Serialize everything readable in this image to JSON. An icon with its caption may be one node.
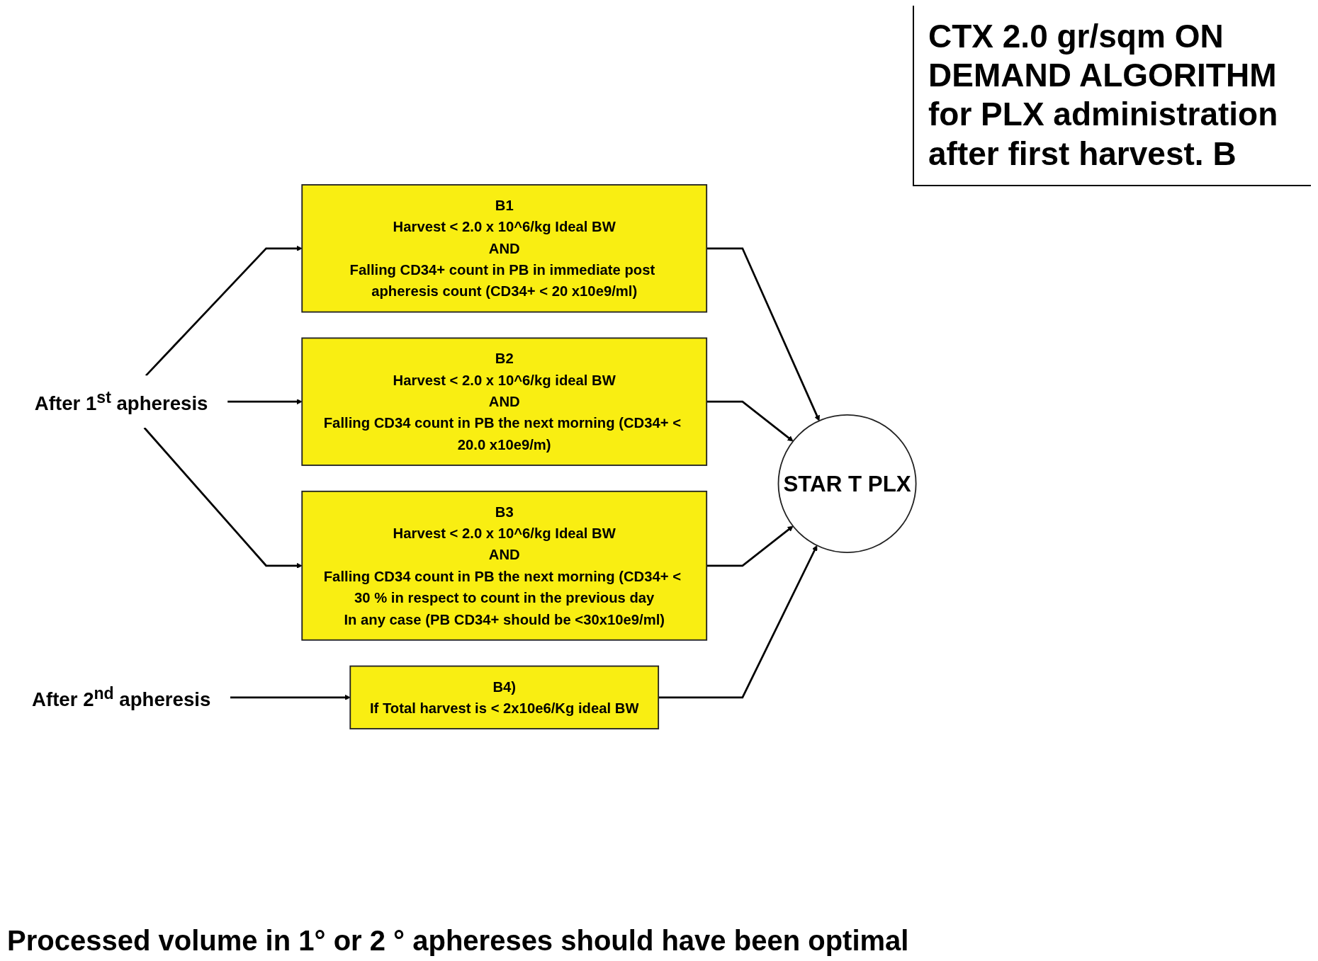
{
  "diagram": {
    "title": "CTX 2.0 gr/sqm ON DEMAND ALGORITHM for PLX administration after first harvest. B",
    "caption": "Processed volume in 1° or 2 ° aphereses should have been optimal",
    "nodes": [
      {
        "text": [
          "After 1$^{st}$ apheresis"
        ]
      },
      {
        "text": [
          "B1",
          "Harvest < 2.0 x 10^6/kg Ideal BW",
          "AND",
          "Falling CD34+ count in PB in immediate post apheresis count (CD34+ < 20 x10e9/ml)"
        ]
      },
      {
        "text": [
          "B2",
          "Harvest < 2.0 x 10^6/kg ideal BW",
          "AND",
          "Falling CD34 count in PB the next morning (CD34+ < 20.0 x10e9/m)"
        ]
      },
      {
        "text": [
          "B3",
          "Harvest < 2.0 x 10^6/kg Ideal BW",
          "AND",
          "Falling CD34 count in PB the next morning (CD34+ < 30 % in respect to count in the previous day",
          "In any case (PB CD34+ should be <30x10e9/ml)"
        ]
      },
      {
        "text": [
          "After 2$^{nd}$ apheresis"
        ]
      },
      {
        "text": [
          "B4)",
          "If Total harvest is < 2x10e6/Kg ideal BW"
        ]
      },
      {
        "text": [
          "STAR T PLX"
        ]
      }
    ],
    "edges": [
      {
        "from": 0,
        "to": 1,
        "arrow": "to"
      },
      {
        "from": 0,
        "to": 2,
        "arrow": "to"
      },
      {
        "from": 0,
        "to": 3,
        "arrow": "to"
      },
      {
        "from": 1,
        "to": 6,
        "arrow": "to"
      },
      {
        "from": 2,
        "to": 6,
        "arrow": "to"
      },
      {
        "from": 3,
        "to": 6,
        "arrow": "to"
      },
      {
        "from": 4,
        "to": 5,
        "arrow": "to"
      },
      {
        "from": 5,
        "to": 6,
        "arrow": "to"
      }
    ]
  }
}
